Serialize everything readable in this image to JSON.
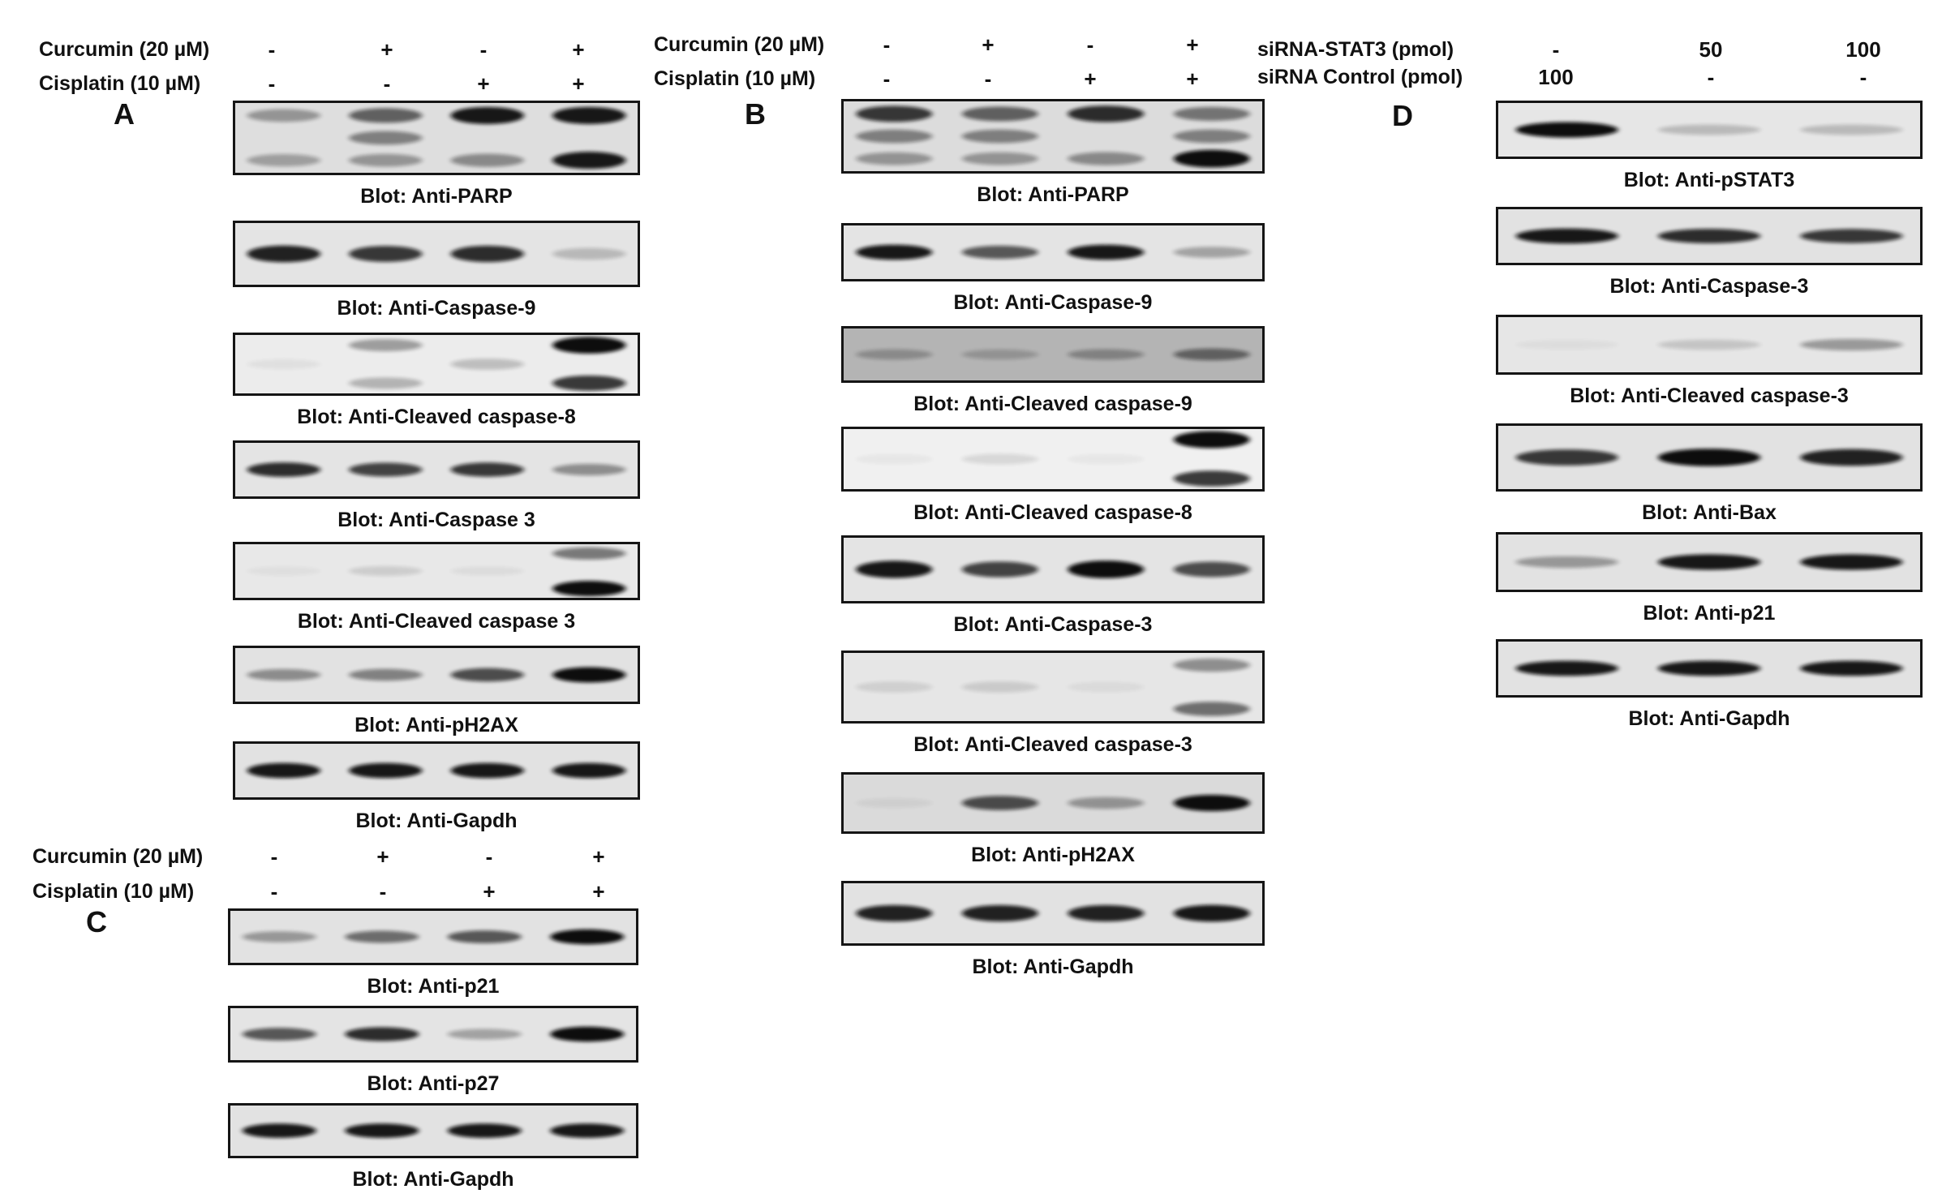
{
  "colors": {
    "band": "#101010",
    "border": "#151515",
    "text": "#111111"
  },
  "panels": {
    "A": {
      "letter": "A",
      "conditions": [
        {
          "label": "Curcumin (20 µM)",
          "signs": [
            "-",
            "+",
            "-",
            "+"
          ]
        },
        {
          "label": "Cisplatin  (10 µM)",
          "signs": [
            "-",
            "-",
            "+",
            "+"
          ]
        }
      ],
      "blots": [
        {
          "caption": "Blot: Anti-PARP",
          "bg": "#dedede",
          "lanes": [
            [
              0.35,
              0.3
            ],
            [
              0.6,
              0.45,
              0.35
            ],
            [
              0.95,
              0.4
            ],
            [
              0.95,
              0.95
            ]
          ]
        },
        {
          "caption": "Blot: Anti-Caspase-9",
          "bg": "#e4e4e4",
          "lanes": [
            [
              0.9
            ],
            [
              0.8
            ],
            [
              0.85
            ],
            [
              0.2
            ]
          ]
        },
        {
          "caption": "Blot: Anti-Cleaved caspase-8",
          "bg": "#ececec",
          "lanes": [
            [
              0.05
            ],
            [
              0.35,
              0.25
            ],
            [
              0.2
            ],
            [
              1.0,
              0.8
            ]
          ]
        },
        {
          "caption": "Blot: Anti-Caspase 3",
          "bg": "#e4e4e4",
          "lanes": [
            [
              0.85
            ],
            [
              0.75
            ],
            [
              0.8
            ],
            [
              0.4
            ]
          ]
        },
        {
          "caption": "Blot: Anti-Cleaved caspase 3",
          "bg": "#e8e8e8",
          "lanes": [
            [
              0.02
            ],
            [
              0.12
            ],
            [
              0.05
            ],
            [
              0.5,
              1.0
            ]
          ]
        },
        {
          "caption": "Blot: Anti-pH2AX",
          "bg": "#e2e2e2",
          "lanes": [
            [
              0.4
            ],
            [
              0.45
            ],
            [
              0.7
            ],
            [
              1.0
            ]
          ]
        },
        {
          "caption": "Blot: Anti-Gapdh",
          "bg": "#e2e2e2",
          "lanes": [
            [
              0.95
            ],
            [
              0.95
            ],
            [
              0.95
            ],
            [
              0.95
            ]
          ]
        }
      ]
    },
    "B": {
      "letter": "B",
      "conditions": [
        {
          "label": "Curcumin (20 µM)",
          "signs": [
            "-",
            "+",
            "-",
            "+"
          ]
        },
        {
          "label": "Cisplatin  (10 µM)",
          "signs": [
            "-",
            "-",
            "+",
            "+"
          ]
        }
      ],
      "blots": [
        {
          "caption": "Blot: Anti-PARP",
          "bg": "#dcdcdc",
          "lanes": [
            [
              0.8,
              0.45,
              0.35
            ],
            [
              0.6,
              0.45,
              0.35
            ],
            [
              0.85,
              0.4
            ],
            [
              0.5,
              0.45,
              1.0
            ]
          ]
        },
        {
          "caption": "Blot: Anti-Caspase-9",
          "bg": "#e4e4e4",
          "lanes": [
            [
              0.95
            ],
            [
              0.65
            ],
            [
              0.95
            ],
            [
              0.3
            ]
          ]
        },
        {
          "caption": "Blot: Anti-Cleaved caspase-9",
          "bg": "#b4b4b4",
          "lanes": [
            [
              0.25
            ],
            [
              0.2
            ],
            [
              0.3
            ],
            [
              0.5
            ]
          ]
        },
        {
          "caption": "Blot: Anti-Cleaved caspase-8",
          "bg": "#f0f0f0",
          "lanes": [
            [
              0.02
            ],
            [
              0.1
            ],
            [
              0.02
            ],
            [
              1.0,
              0.8
            ]
          ]
        },
        {
          "caption": "Blot: Anti-Caspase-3",
          "bg": "#e4e4e4",
          "lanes": [
            [
              0.95
            ],
            [
              0.75
            ],
            [
              1.0
            ],
            [
              0.7
            ]
          ]
        },
        {
          "caption": "Blot: Anti-Cleaved caspase-3",
          "bg": "#e6e6e6",
          "lanes": [
            [
              0.1
            ],
            [
              0.12
            ],
            [
              0.05
            ],
            [
              0.4,
              0.55
            ]
          ]
        },
        {
          "caption": "Blot: Anti-pH2AX",
          "bg": "#dadada",
          "lanes": [
            [
              0.05
            ],
            [
              0.7
            ],
            [
              0.35
            ],
            [
              1.0
            ]
          ]
        },
        {
          "caption": "Blot: Anti-Gapdh",
          "bg": "#e2e2e2",
          "lanes": [
            [
              0.9
            ],
            [
              0.9
            ],
            [
              0.9
            ],
            [
              0.95
            ]
          ]
        }
      ]
    },
    "C": {
      "letter": "C",
      "conditions": [
        {
          "label": "Curcumin (20 µM)",
          "signs": [
            "-",
            "+",
            "-",
            "+"
          ]
        },
        {
          "label": "Cisplatin  (10 µM)",
          "signs": [
            "-",
            "-",
            "+",
            "+"
          ]
        }
      ],
      "blots": [
        {
          "caption": "Blot: Anti-p21",
          "bg": "#e2e2e2",
          "lanes": [
            [
              0.35
            ],
            [
              0.55
            ],
            [
              0.65
            ],
            [
              1.0
            ]
          ]
        },
        {
          "caption": "Blot: Anti-p27",
          "bg": "#e4e4e4",
          "lanes": [
            [
              0.65
            ],
            [
              0.85
            ],
            [
              0.3
            ],
            [
              1.0
            ]
          ]
        },
        {
          "caption": "Blot: Anti-Gapdh",
          "bg": "#e2e2e2",
          "lanes": [
            [
              0.95
            ],
            [
              0.95
            ],
            [
              0.95
            ],
            [
              0.95
            ]
          ]
        }
      ]
    },
    "D": {
      "letter": "D",
      "conditions": [
        {
          "label": "siRNA-STAT3  (pmol)",
          "signs": [
            "-",
            "50",
            "100"
          ]
        },
        {
          "label": "siRNA Control (pmol)",
          "signs": [
            "100",
            "-",
            "-"
          ]
        }
      ],
      "blots": [
        {
          "caption": "Blot: Anti-pSTAT3",
          "bg": "#e6e6e6",
          "lanes": [
            [
              1.0
            ],
            [
              0.2
            ],
            [
              0.2
            ]
          ]
        },
        {
          "caption": "Blot: Anti-Caspase-3",
          "bg": "#e2e2e2",
          "lanes": [
            [
              0.95
            ],
            [
              0.85
            ],
            [
              0.8
            ]
          ]
        },
        {
          "caption": "Blot: Anti-Cleaved caspase-3",
          "bg": "#e6e6e6",
          "lanes": [
            [
              0.02
            ],
            [
              0.15
            ],
            [
              0.35
            ]
          ]
        },
        {
          "caption": "Blot: Anti-Bax",
          "bg": "#e2e2e2",
          "lanes": [
            [
              0.8
            ],
            [
              1.0
            ],
            [
              0.9
            ]
          ]
        },
        {
          "caption": "Blot: Anti-p21",
          "bg": "#e2e2e2",
          "lanes": [
            [
              0.35
            ],
            [
              0.95
            ],
            [
              0.95
            ]
          ]
        },
        {
          "caption": "Blot: Anti-Gapdh",
          "bg": "#e2e2e2",
          "lanes": [
            [
              0.95
            ],
            [
              0.95
            ],
            [
              0.95
            ]
          ]
        }
      ]
    }
  }
}
